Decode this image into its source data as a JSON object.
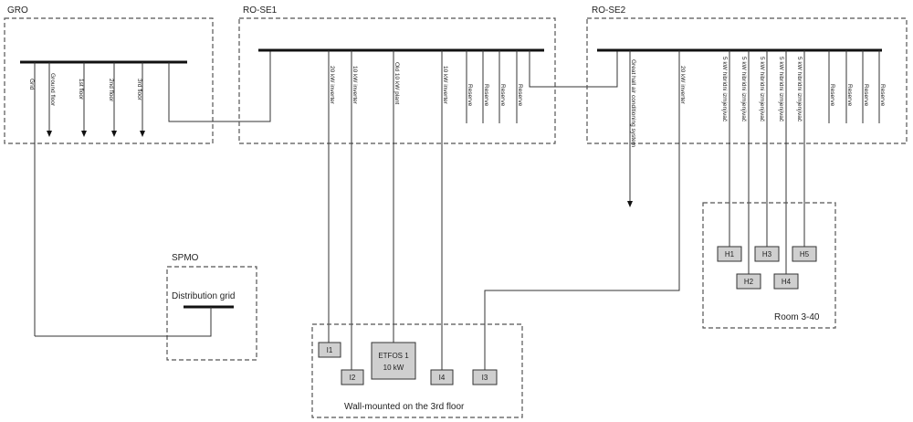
{
  "panels": {
    "gro": {
      "title": "GRO",
      "feeders": [
        "Grid",
        "Ground floor",
        "1st floor",
        "2nd floor",
        "3rd floor"
      ]
    },
    "rose1": {
      "title": "RO-SE1",
      "feeders": [
        "20 kW inverter",
        "10 kW inverter",
        "Old 10 kW plant",
        "10 kW inverter",
        "Reserve",
        "Reserve",
        "Reserve",
        "Reserve"
      ]
    },
    "rose2": {
      "title": "RO-SE2",
      "feeders": [
        "Great hall air conditioning system",
        "20 kW inverter",
        "5 kW hibridni izmjenjivač",
        "5 kW hibridni izmjenjivač",
        "5 kW hibridni izmjenjivač",
        "5 kW hibridni izmjenjivač",
        "5 kW hibridni izmjenjivač",
        "Reserve",
        "Reserve",
        "Reserve",
        "Reserve"
      ]
    },
    "spmo": {
      "title": "SPMO",
      "label": "Distribution grid"
    },
    "wall": {
      "caption": "Wall-mounted on the 3rd floor",
      "units": [
        "I1",
        "I2",
        "I4",
        "I3"
      ],
      "etfos_line1": "ETFOS 1",
      "etfos_line2": "10 kW"
    },
    "room": {
      "caption": "Room 3-40",
      "units": [
        "H1",
        "H2",
        "H3",
        "H4",
        "H5"
      ]
    }
  }
}
